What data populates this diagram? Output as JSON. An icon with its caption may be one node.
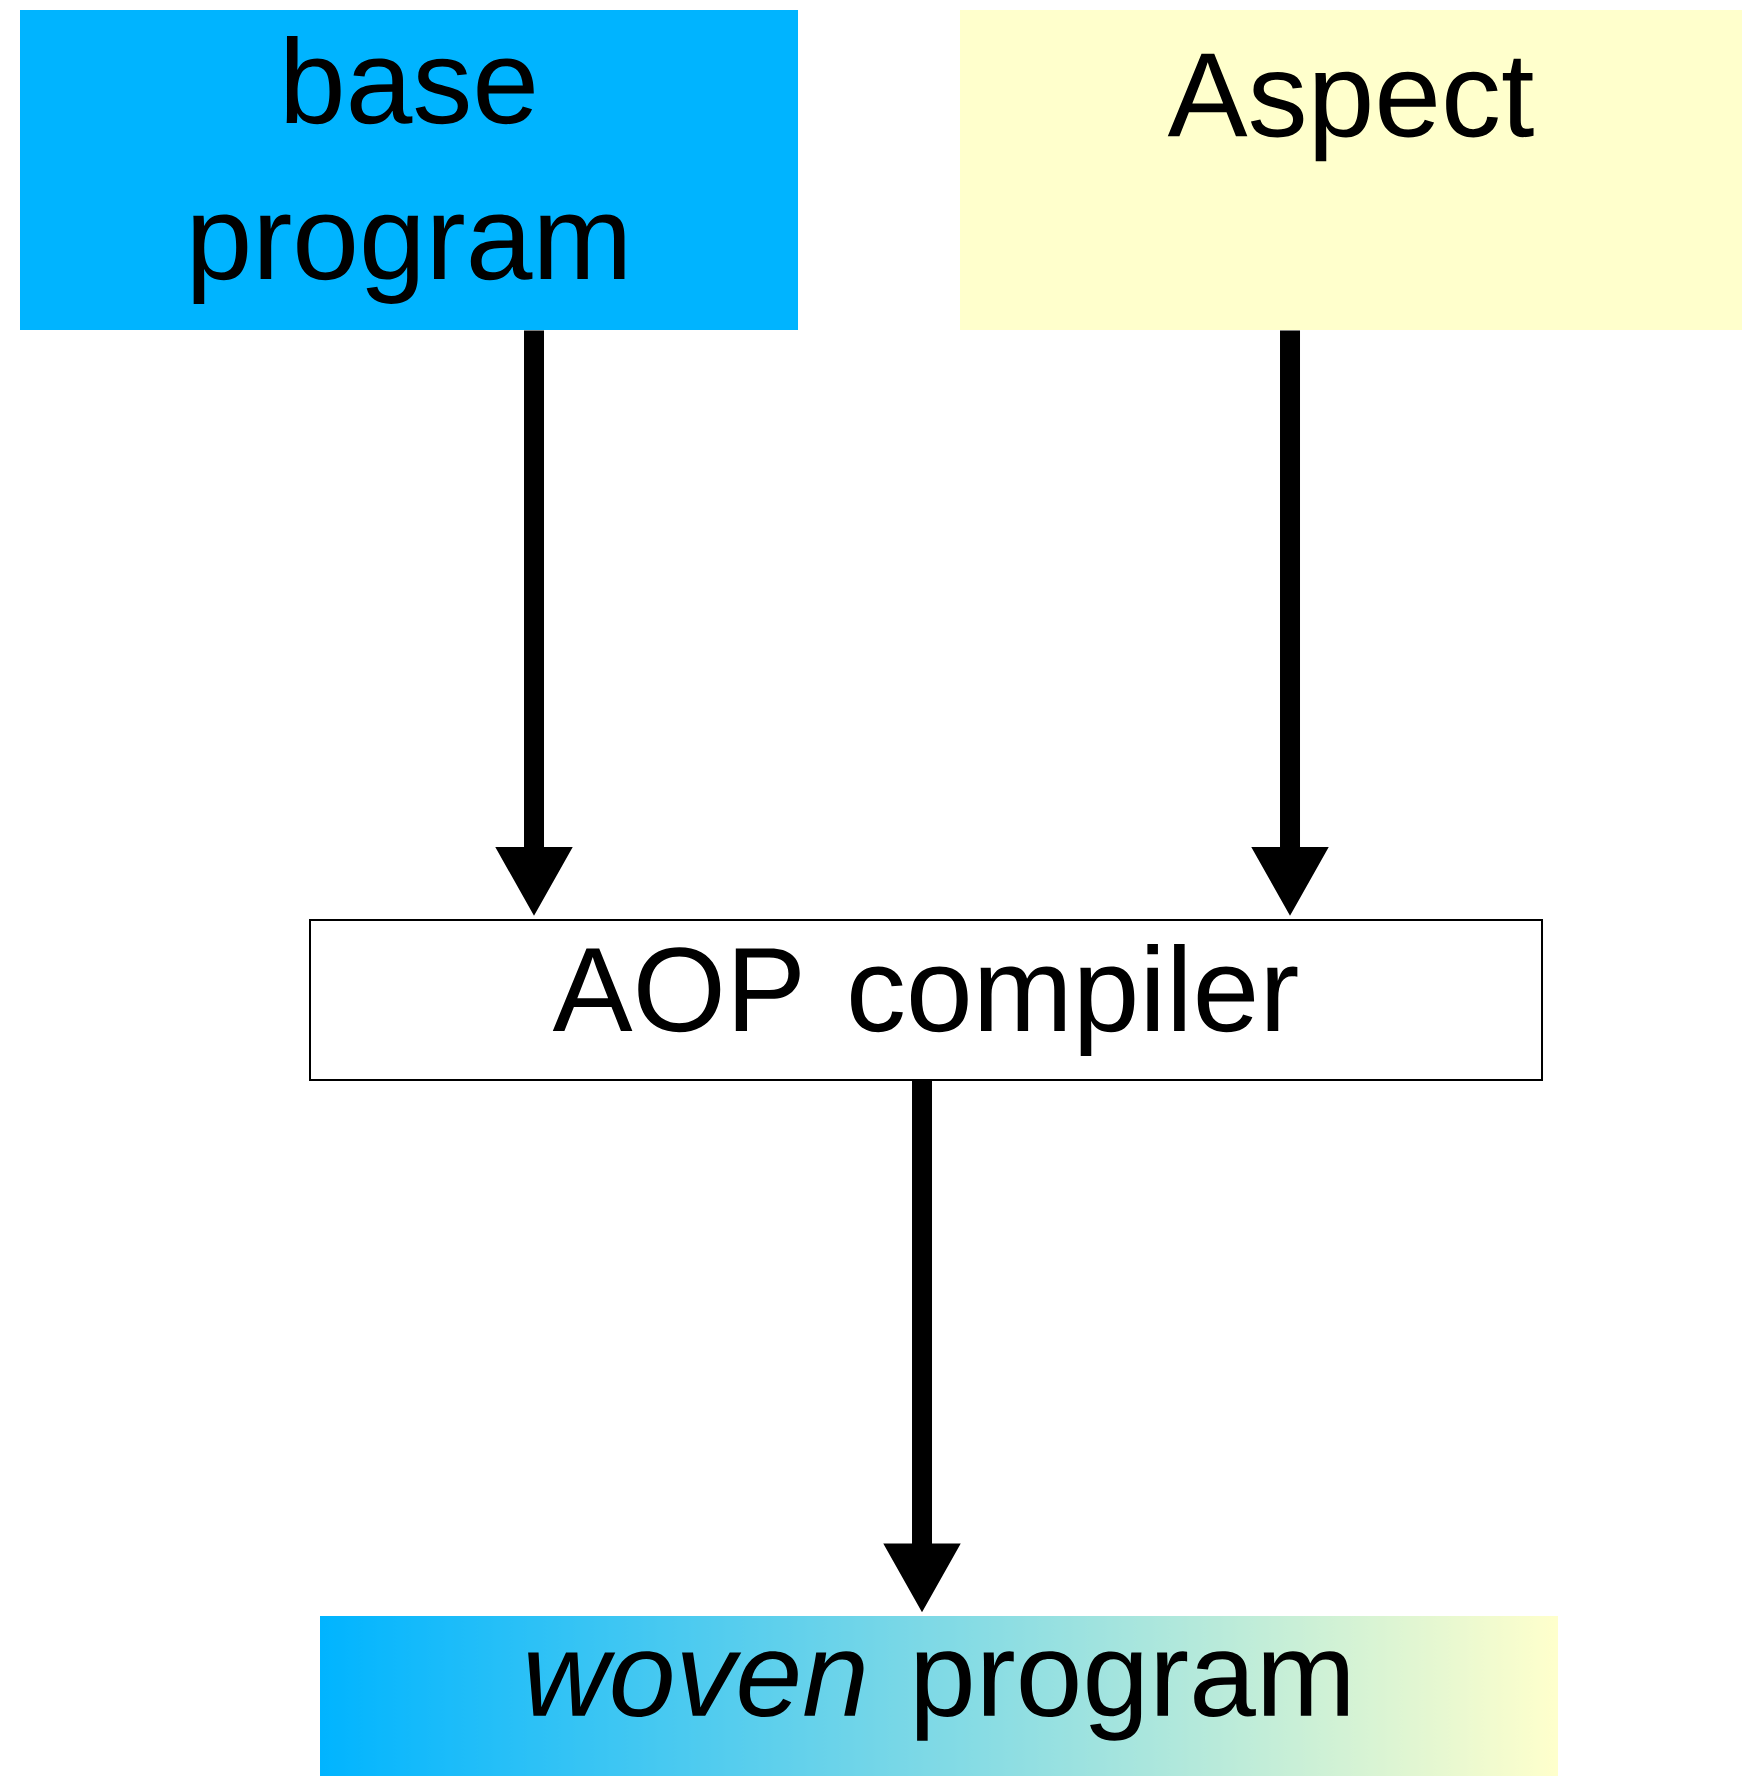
{
  "diagram": {
    "nodes": [
      {
        "text": [
          "base program"
        ]
      },
      {
        "text": [
          "Aspect"
        ]
      },
      {
        "text": [
          "AOP compiler"
        ]
      },
      {
        "text": [
          "*woven* program"
        ]
      }
    ],
    "edges": [
      {
        "from": 0,
        "to": 2,
        "arrow": "to"
      },
      {
        "from": 1,
        "to": 2,
        "arrow": "to"
      },
      {
        "from": 2,
        "to": 3,
        "arrow": "to"
      }
    ]
  }
}
